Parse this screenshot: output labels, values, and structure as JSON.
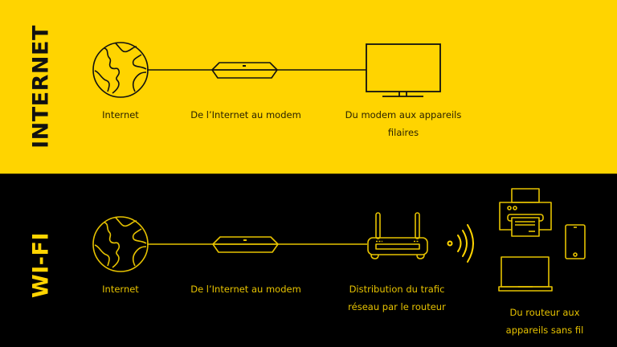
{
  "colors": {
    "yellow": "#FFD400",
    "black": "#000000",
    "ink": "#111111",
    "wifi_line": "#E6C200"
  },
  "internet": {
    "title": "INTERNET",
    "captions": {
      "internet": "Internet",
      "modem": "De l’Internet au modem",
      "wired_line1": "Du modem aux appareils",
      "wired_line2": "filaires"
    },
    "icons": [
      "globe-icon",
      "modem-icon",
      "tv-monitor-icon"
    ]
  },
  "wifi": {
    "title": "WI-FI",
    "captions": {
      "internet": "Internet",
      "modem": "De l’Internet au modem",
      "router_line1": "Distribution du trafic",
      "router_line2": "réseau par le routeur",
      "wireless_line1": "Du routeur aux",
      "wireless_line2": "appareils sans fil"
    },
    "icons": [
      "globe-icon",
      "modem-icon",
      "router-icon",
      "wifi-signal-icon",
      "printer-icon",
      "smartphone-icon",
      "laptop-icon"
    ]
  }
}
